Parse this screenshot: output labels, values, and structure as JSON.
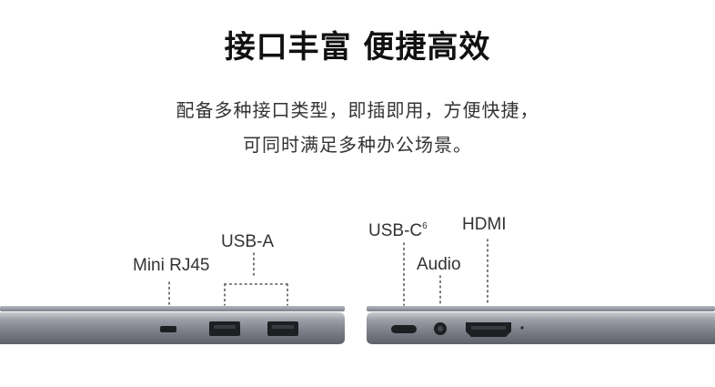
{
  "heading": "接口丰富 便捷高效",
  "description": {
    "line1": "配备多种接口类型，即插即用，方便快捷，",
    "line2": "可同时满足多种办公场景。"
  },
  "ports": {
    "mini_rj45": "Mini RJ45",
    "usb_a": "USB-A",
    "usb_c": "USB-C",
    "usb_c_footnote": "6",
    "audio": "Audio",
    "hdmi": "HDMI"
  },
  "colors": {
    "laptop_body": "#8a8d96",
    "port_dark": "#1e1f23",
    "leader_line": "#555555"
  }
}
